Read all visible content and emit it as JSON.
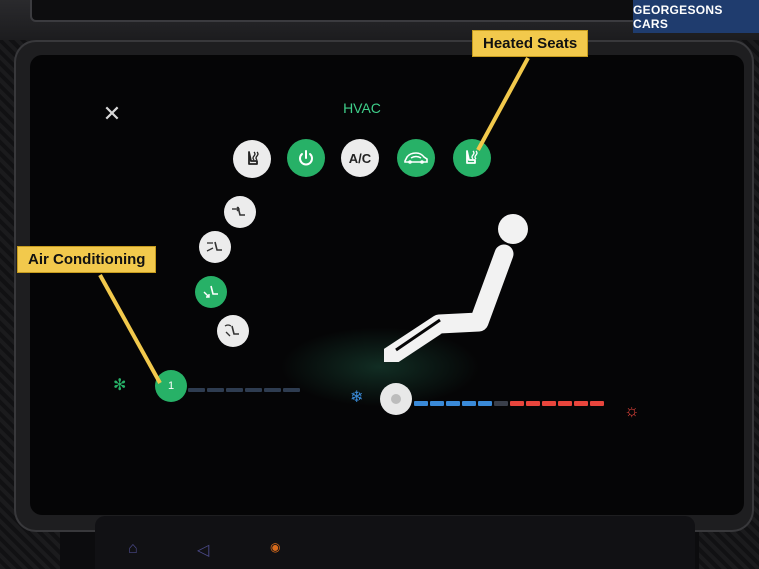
{
  "brand": {
    "name": "GEORGESONS CARS"
  },
  "hvac": {
    "title": "HVAC",
    "top_buttons": [
      {
        "id": "seat-heat-left",
        "icon": "heated-seat-icon",
        "active": false
      },
      {
        "id": "power",
        "icon": "power-icon",
        "active": true
      },
      {
        "id": "ac",
        "label": "A/C",
        "active": false
      },
      {
        "id": "recirculation",
        "icon": "car-recirculation-icon",
        "active": true
      },
      {
        "id": "heated-seats",
        "icon": "heated-seat-icon",
        "active": true
      }
    ],
    "airflow_modes": [
      {
        "id": "face",
        "icon": "airflow-face-icon",
        "active": false
      },
      {
        "id": "face-feet",
        "icon": "airflow-face-feet-icon",
        "active": false
      },
      {
        "id": "feet",
        "icon": "airflow-feet-icon",
        "active": true
      },
      {
        "id": "feet-windscreen",
        "icon": "airflow-feet-windscreen-icon",
        "active": false
      }
    ],
    "fan": {
      "icon": "fan-icon",
      "speed_label": "1",
      "level": 1,
      "max_level": 7
    },
    "temperature": {
      "cold_icon": "snowflake-icon",
      "hot_icon": "sun-icon",
      "position": 0.0
    }
  },
  "callouts": {
    "heated_seats": "Heated Seats",
    "air_conditioning": "Air Conditioning"
  },
  "colors": {
    "accent_green": "#27b167",
    "title_green": "#3fcf8a",
    "callout_yellow": "#f2c94c",
    "brand_blue": "#1f3c6e",
    "cold_blue": "#3a8ad8",
    "hot_red": "#e8453c"
  }
}
